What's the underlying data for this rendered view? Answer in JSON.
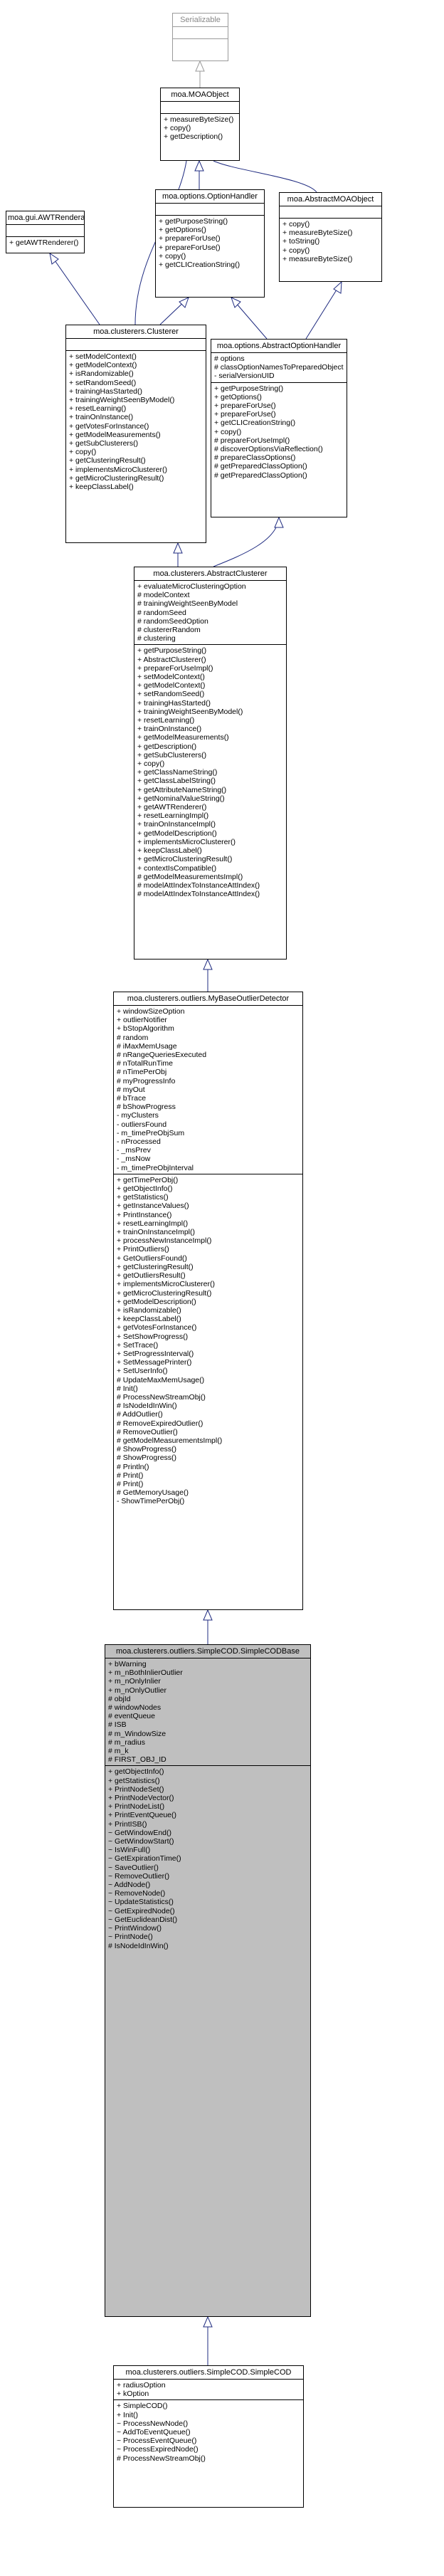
{
  "classes": {
    "serializable": {
      "name": "Serializable",
      "attributes": [],
      "operations": []
    },
    "moa_object": {
      "name": "moa.MOAObject",
      "attributes": [],
      "operations": [
        "+ measureByteSize()",
        "+ copy()",
        "+ getDescription()"
      ]
    },
    "awt_renderable": {
      "name": "moa.gui.AWTRenderable",
      "attributes": [],
      "operations": [
        "+ getAWTRenderer()"
      ]
    },
    "option_handler": {
      "name": "moa.options.OptionHandler",
      "attributes": [],
      "operations": [
        "+ getPurposeString()",
        "+ getOptions()",
        "+ prepareForUse()",
        "+ prepareForUse()",
        "+ copy()",
        "+ getCLICreationString()"
      ]
    },
    "abstract_moa_object": {
      "name": "moa.AbstractMOAObject",
      "attributes": [],
      "operations": [
        "+ copy()",
        "+ measureByteSize()",
        "+ toString()",
        "+ copy()",
        "+ measureByteSize()"
      ]
    },
    "clusterer": {
      "name": "moa.clusterers.Clusterer",
      "attributes": [],
      "operations": [
        "+ setModelContext()",
        "+ getModelContext()",
        "+ isRandomizable()",
        "+ setRandomSeed()",
        "+ trainingHasStarted()",
        "+ trainingWeightSeenByModel()",
        "+ resetLearning()",
        "+ trainOnInstance()",
        "+ getVotesForInstance()",
        "+ getModelMeasurements()",
        "+ getSubClusterers()",
        "+ copy()",
        "+ getClusteringResult()",
        "+ implementsMicroClusterer()",
        "+ getMicroClusteringResult()",
        "+ keepClassLabel()"
      ]
    },
    "abstract_option_handler": {
      "name": "moa.options.AbstractOptionHandler",
      "attributes": [
        "# options",
        "# classOptionNamesToPreparedObjects",
        "- serialVersionUID"
      ],
      "operations": [
        "+ getPurposeString()",
        "+ getOptions()",
        "+ prepareForUse()",
        "+ prepareForUse()",
        "+ getCLICreationString()",
        "+ copy()",
        "# prepareForUseImpl()",
        "# discoverOptionsViaReflection()",
        "# prepareClassOptions()",
        "# getPreparedClassOption()",
        "# getPreparedClassOption()"
      ]
    },
    "abstract_clusterer": {
      "name": "moa.clusterers.AbstractClusterer",
      "attributes": [
        "+ evaluateMicroClusteringOption",
        "# modelContext",
        "# trainingWeightSeenByModel",
        "# randomSeed",
        "# randomSeedOption",
        "# clustererRandom",
        "# clustering"
      ],
      "operations": [
        "+ getPurposeString()",
        "+ AbstractClusterer()",
        "+ prepareForUseImpl()",
        "+ setModelContext()",
        "+ getModelContext()",
        "+ setRandomSeed()",
        "+ trainingHasStarted()",
        "+ trainingWeightSeenByModel()",
        "+ resetLearning()",
        "+ trainOnInstance()",
        "+ getModelMeasurements()",
        "+ getDescription()",
        "+ getSubClusterers()",
        "+ copy()",
        "+ getClassNameString()",
        "+ getClassLabelString()",
        "+ getAttributeNameString()",
        "+ getNominalValueString()",
        "+ getAWTRenderer()",
        "+ resetLearningImpl()",
        "+ trainOnInstanceImpl()",
        "+ getModelDescription()",
        "+ implementsMicroClusterer()",
        "+ keepClassLabel()",
        "+ getMicroClusteringResult()",
        "+ contextIsCompatible()",
        "# getModelMeasurementsImpl()",
        "# modelAttIndexToInstanceAttIndex()",
        "# modelAttIndexToInstanceAttIndex()"
      ]
    },
    "my_base_outlier_detector": {
      "name": "moa.clusterers.outliers.MyBaseOutlierDetector",
      "attributes": [
        "+ windowSizeOption",
        "+ outlierNotifier",
        "+ bStopAlgorithm",
        "# random",
        "# iMaxMemUsage",
        "# nRangeQueriesExecuted",
        "# nTotalRunTime",
        "# nTimePerObj",
        "# myProgressInfo",
        "# myOut",
        "# bTrace",
        "# bShowProgress",
        "- myClusters",
        "- outliersFound",
        "- m_timePreObjSum",
        "- nProcessed",
        "- _msPrev",
        "- _msNow",
        "- m_timePreObjInterval"
      ],
      "operations": [
        "+ getTimePerObj()",
        "+ getObjectInfo()",
        "+ getStatistics()",
        "+ getInstanceValues()",
        "+ PrintInstance()",
        "+ resetLearningImpl()",
        "+ trainOnInstanceImpl()",
        "+ processNewInstanceImpl()",
        "+ PrintOutliers()",
        "+ GetOutliersFound()",
        "+ getClusteringResult()",
        "+ getOutliersResult()",
        "+ implementsMicroClusterer()",
        "+ getMicroClusteringResult()",
        "+ getModelDescription()",
        "+ isRandomizable()",
        "+ keepClassLabel()",
        "+ getVotesForInstance()",
        "+ SetShowProgress()",
        "+ SetTrace()",
        "+ SetProgressInterval()",
        "+ SetMessagePrinter()",
        "+ SetUserInfo()",
        "# UpdateMaxMemUsage()",
        "# Init()",
        "# ProcessNewStreamObj()",
        "# IsNodeIdInWin()",
        "# AddOutlier()",
        "# RemoveExpiredOutlier()",
        "# RemoveOutlier()",
        "# getModelMeasurementsImpl()",
        "# ShowProgress()",
        "# ShowProgress()",
        "# Println()",
        "# Print()",
        "# Print()",
        "# GetMemoryUsage()",
        "- ShowTimePerObj()"
      ]
    },
    "simple_cod_base": {
      "name": "moa.clusterers.outliers.SimpleCOD.SimpleCODBase",
      "attributes": [
        "+ bWarning",
        "+ m_nBothInlierOutlier",
        "+ m_nOnlyInlier",
        "+ m_nOnlyOutlier",
        "# objId",
        "# windowNodes",
        "# eventQueue",
        "# ISB",
        "# m_WindowSize",
        "# m_radius",
        "# m_k",
        "# FIRST_OBJ_ID"
      ],
      "operations": [
        "+ getObjectInfo()",
        "+ getStatistics()",
        "+ PrintNodeSet()",
        "+ PrintNodeVector()",
        "+ PrintNodeList()",
        "+ PrintEventQueue()",
        "+ PrintISB()",
        "~ GetWindowEnd()",
        "~ GetWindowStart()",
        "~ IsWinFull()",
        "~ GetExpirationTime()",
        "~ SaveOutlier()",
        "~ RemoveOutlier()",
        "~ AddNode()",
        "~ RemoveNode()",
        "~ UpdateStatistics()",
        "~ GetExpiredNode()",
        "~ GetEuclideanDist()",
        "~ PrintWindow()",
        "~ PrintNode()",
        "# IsNodeIdInWin()"
      ]
    },
    "simple_cod": {
      "name": "moa.clusterers.outliers.SimpleCOD.SimpleCOD",
      "attributes": [
        "+ radiusOption",
        "+ kOption"
      ],
      "operations": [
        "+ SimpleCOD()",
        "+ Init()",
        "~ ProcessNewNode()",
        "~ AddToEventQueue()",
        "~ ProcessEventQueue()",
        "~ ProcessExpiredNode()",
        "# ProcessNewStreamObj()"
      ]
    }
  }
}
